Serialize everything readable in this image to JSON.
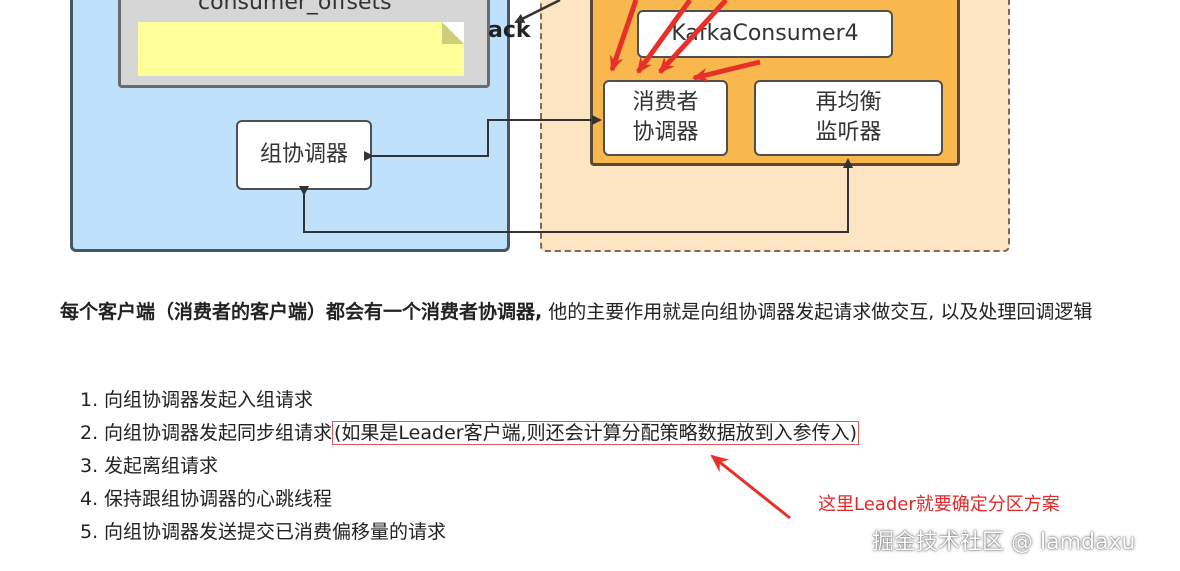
{
  "diagram": {
    "gray_box_label": "consumer_offsets",
    "ack_label": "ack",
    "kafka_consumer_label": "KafkaConsumer4",
    "consumer_coordinator_label": "消费者\n协调器",
    "rebalance_listener_label": "再均衡\n监听器",
    "group_coordinator_label": "组协调器",
    "colors": {
      "blue_panel": "#bfe1fb",
      "orange_outer": "#fde5c3",
      "orange_inner": "#f8b84e",
      "red_arrow": "#e8302a",
      "dark_arrow": "#333333"
    }
  },
  "paragraph": {
    "bold": "每个客户端（消费者的客户端）都会有一个消费者协调器,",
    "normal": " 他的主要作用就是向组协调器发起请求做交互, 以及处理回调逻辑"
  },
  "list": [
    {
      "num": "1.",
      "text": "向组协调器发起入组请求",
      "boxed": ""
    },
    {
      "num": "2.",
      "text": "向组协调器发起同步组请求",
      "boxed": "(如果是Leader客户端,则还会计算分配策略数据放到入参传入)"
    },
    {
      "num": "3.",
      "text": "发起离组请求",
      "boxed": ""
    },
    {
      "num": "4.",
      "text": "保持跟组协调器的心跳线程",
      "boxed": ""
    },
    {
      "num": "5.",
      "text": "向组协调器发送提交已消费偏移量的请求",
      "boxed": ""
    }
  ],
  "annotation": {
    "text": "这里Leader就要确定分区方案",
    "color": "#e02a2a"
  },
  "watermark": "掘金技术社区 @ lamdaxu"
}
